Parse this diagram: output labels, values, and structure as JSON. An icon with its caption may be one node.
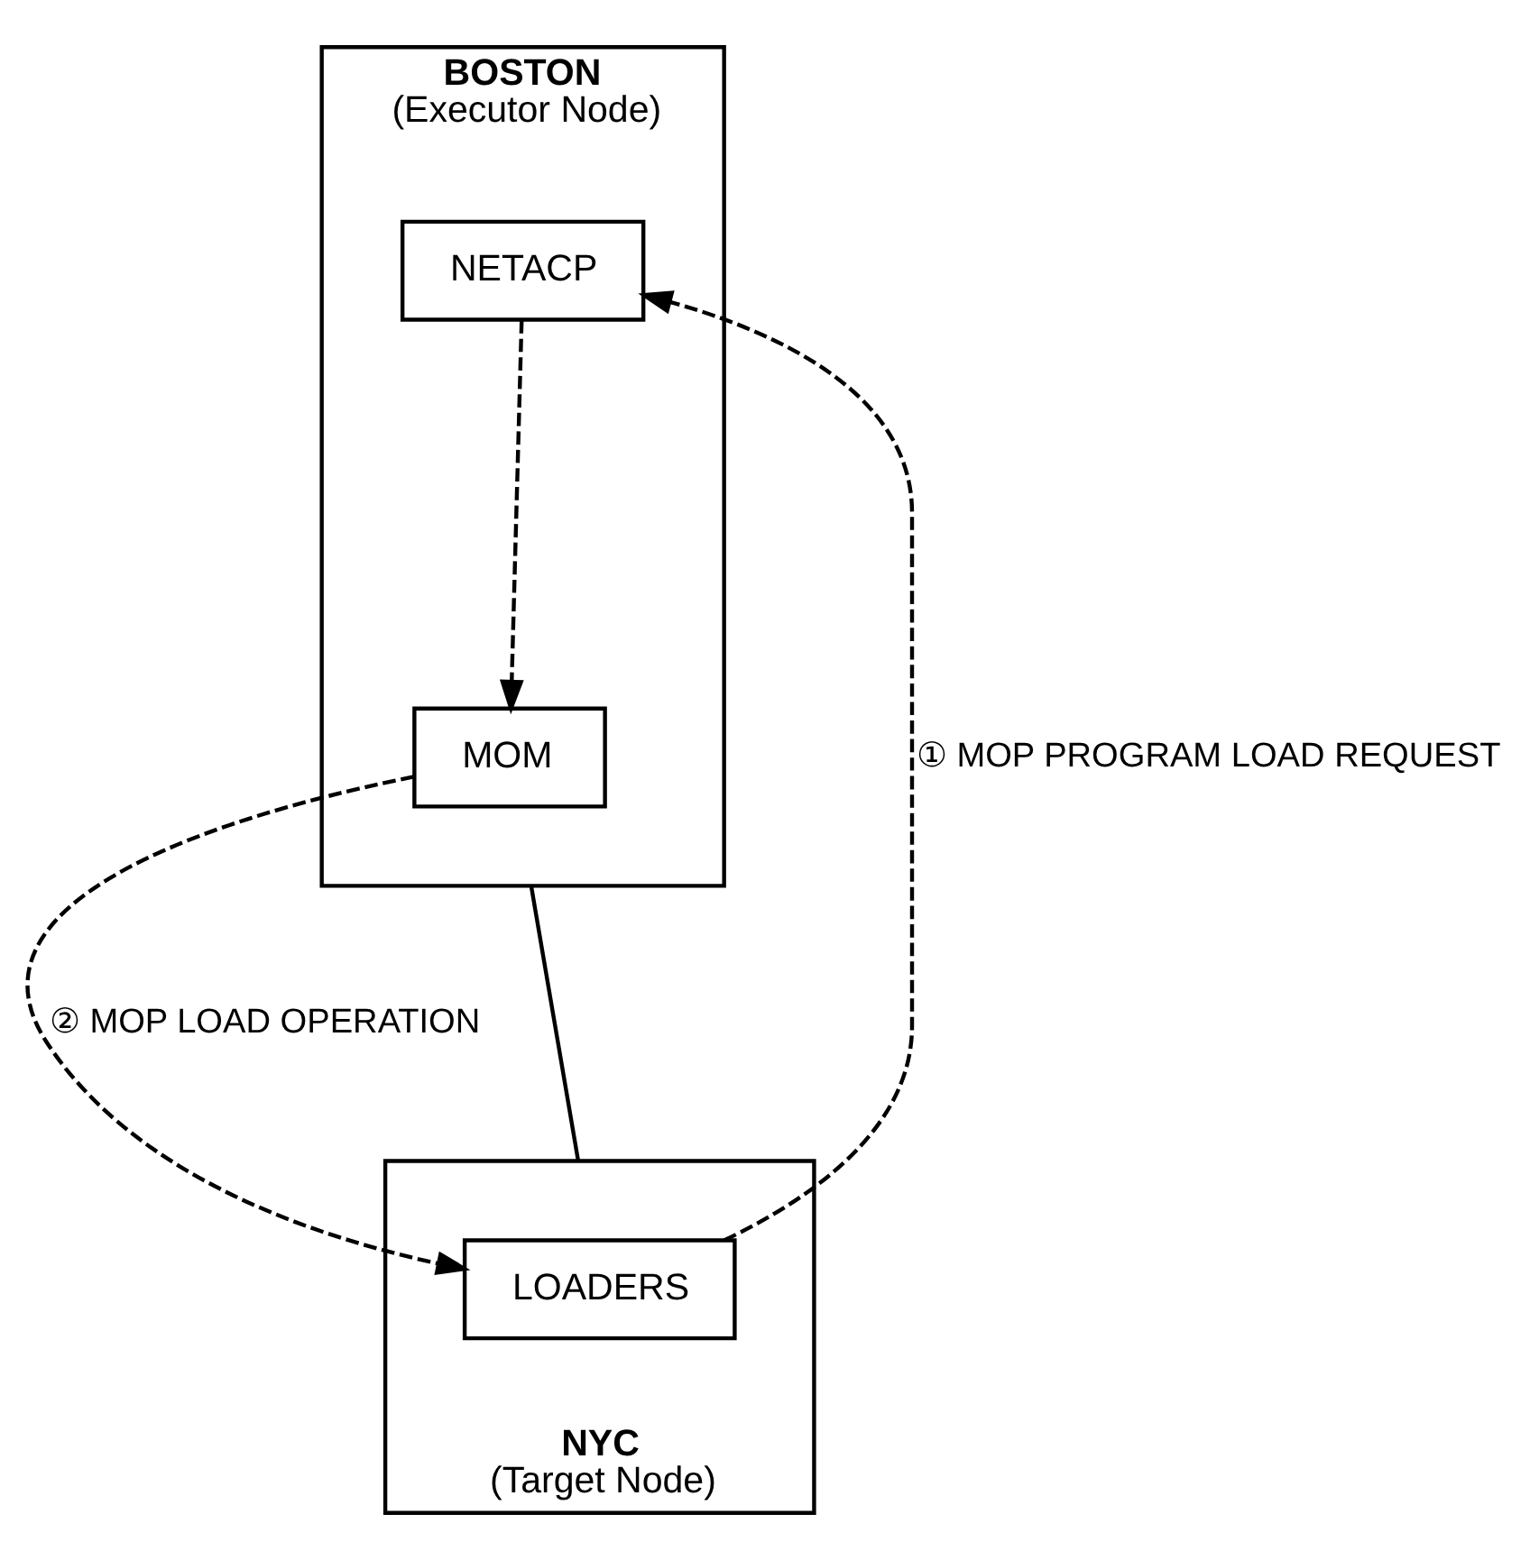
{
  "diagram": {
    "nodes": [
      {
        "text": [
          "BOSTON",
          "(Executor Node)"
        ]
      },
      {
        "text": [
          "NETACP"
        ],
        "in": 0
      },
      {
        "text": [
          "MOM"
        ],
        "in": 0
      },
      {
        "text": [
          "NYC",
          "(Target Node)"
        ]
      },
      {
        "text": [
          "LOADERS"
        ],
        "in": 3
      }
    ],
    "edges": [
      {
        "from": 1,
        "to": 2,
        "arrow": "to",
        "style": "dashed"
      },
      {
        "from": 4,
        "to": 1,
        "arrow": "to",
        "style": "dashed",
        "label": "① MOP PROGRAM LOAD REQUEST"
      },
      {
        "from": 2,
        "to": 4,
        "arrow": "to",
        "style": "dashed",
        "label": "② MOP LOAD OPERATION"
      },
      {
        "from": 0,
        "to": 3,
        "arrow": "none"
      }
    ]
  }
}
